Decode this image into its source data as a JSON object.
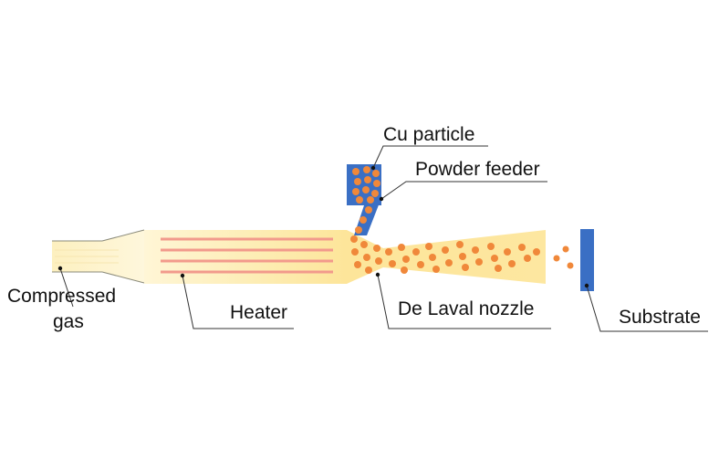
{
  "labels": {
    "cu_particle": "Cu particle",
    "powder_feeder": "Powder feeder",
    "compressed_gas_line1": "Compressed",
    "compressed_gas_line2": "gas",
    "heater": "Heater",
    "nozzle": "De Laval nozzle",
    "substrate": "Substrate"
  },
  "colors": {
    "particle": "#f0883a",
    "feeder": "#3a6fc4",
    "substrate": "#3a6fc4",
    "gas_stream": "#fde9a6",
    "inlet": "#fdf3c8",
    "heater_element": "#f08a8a"
  }
}
